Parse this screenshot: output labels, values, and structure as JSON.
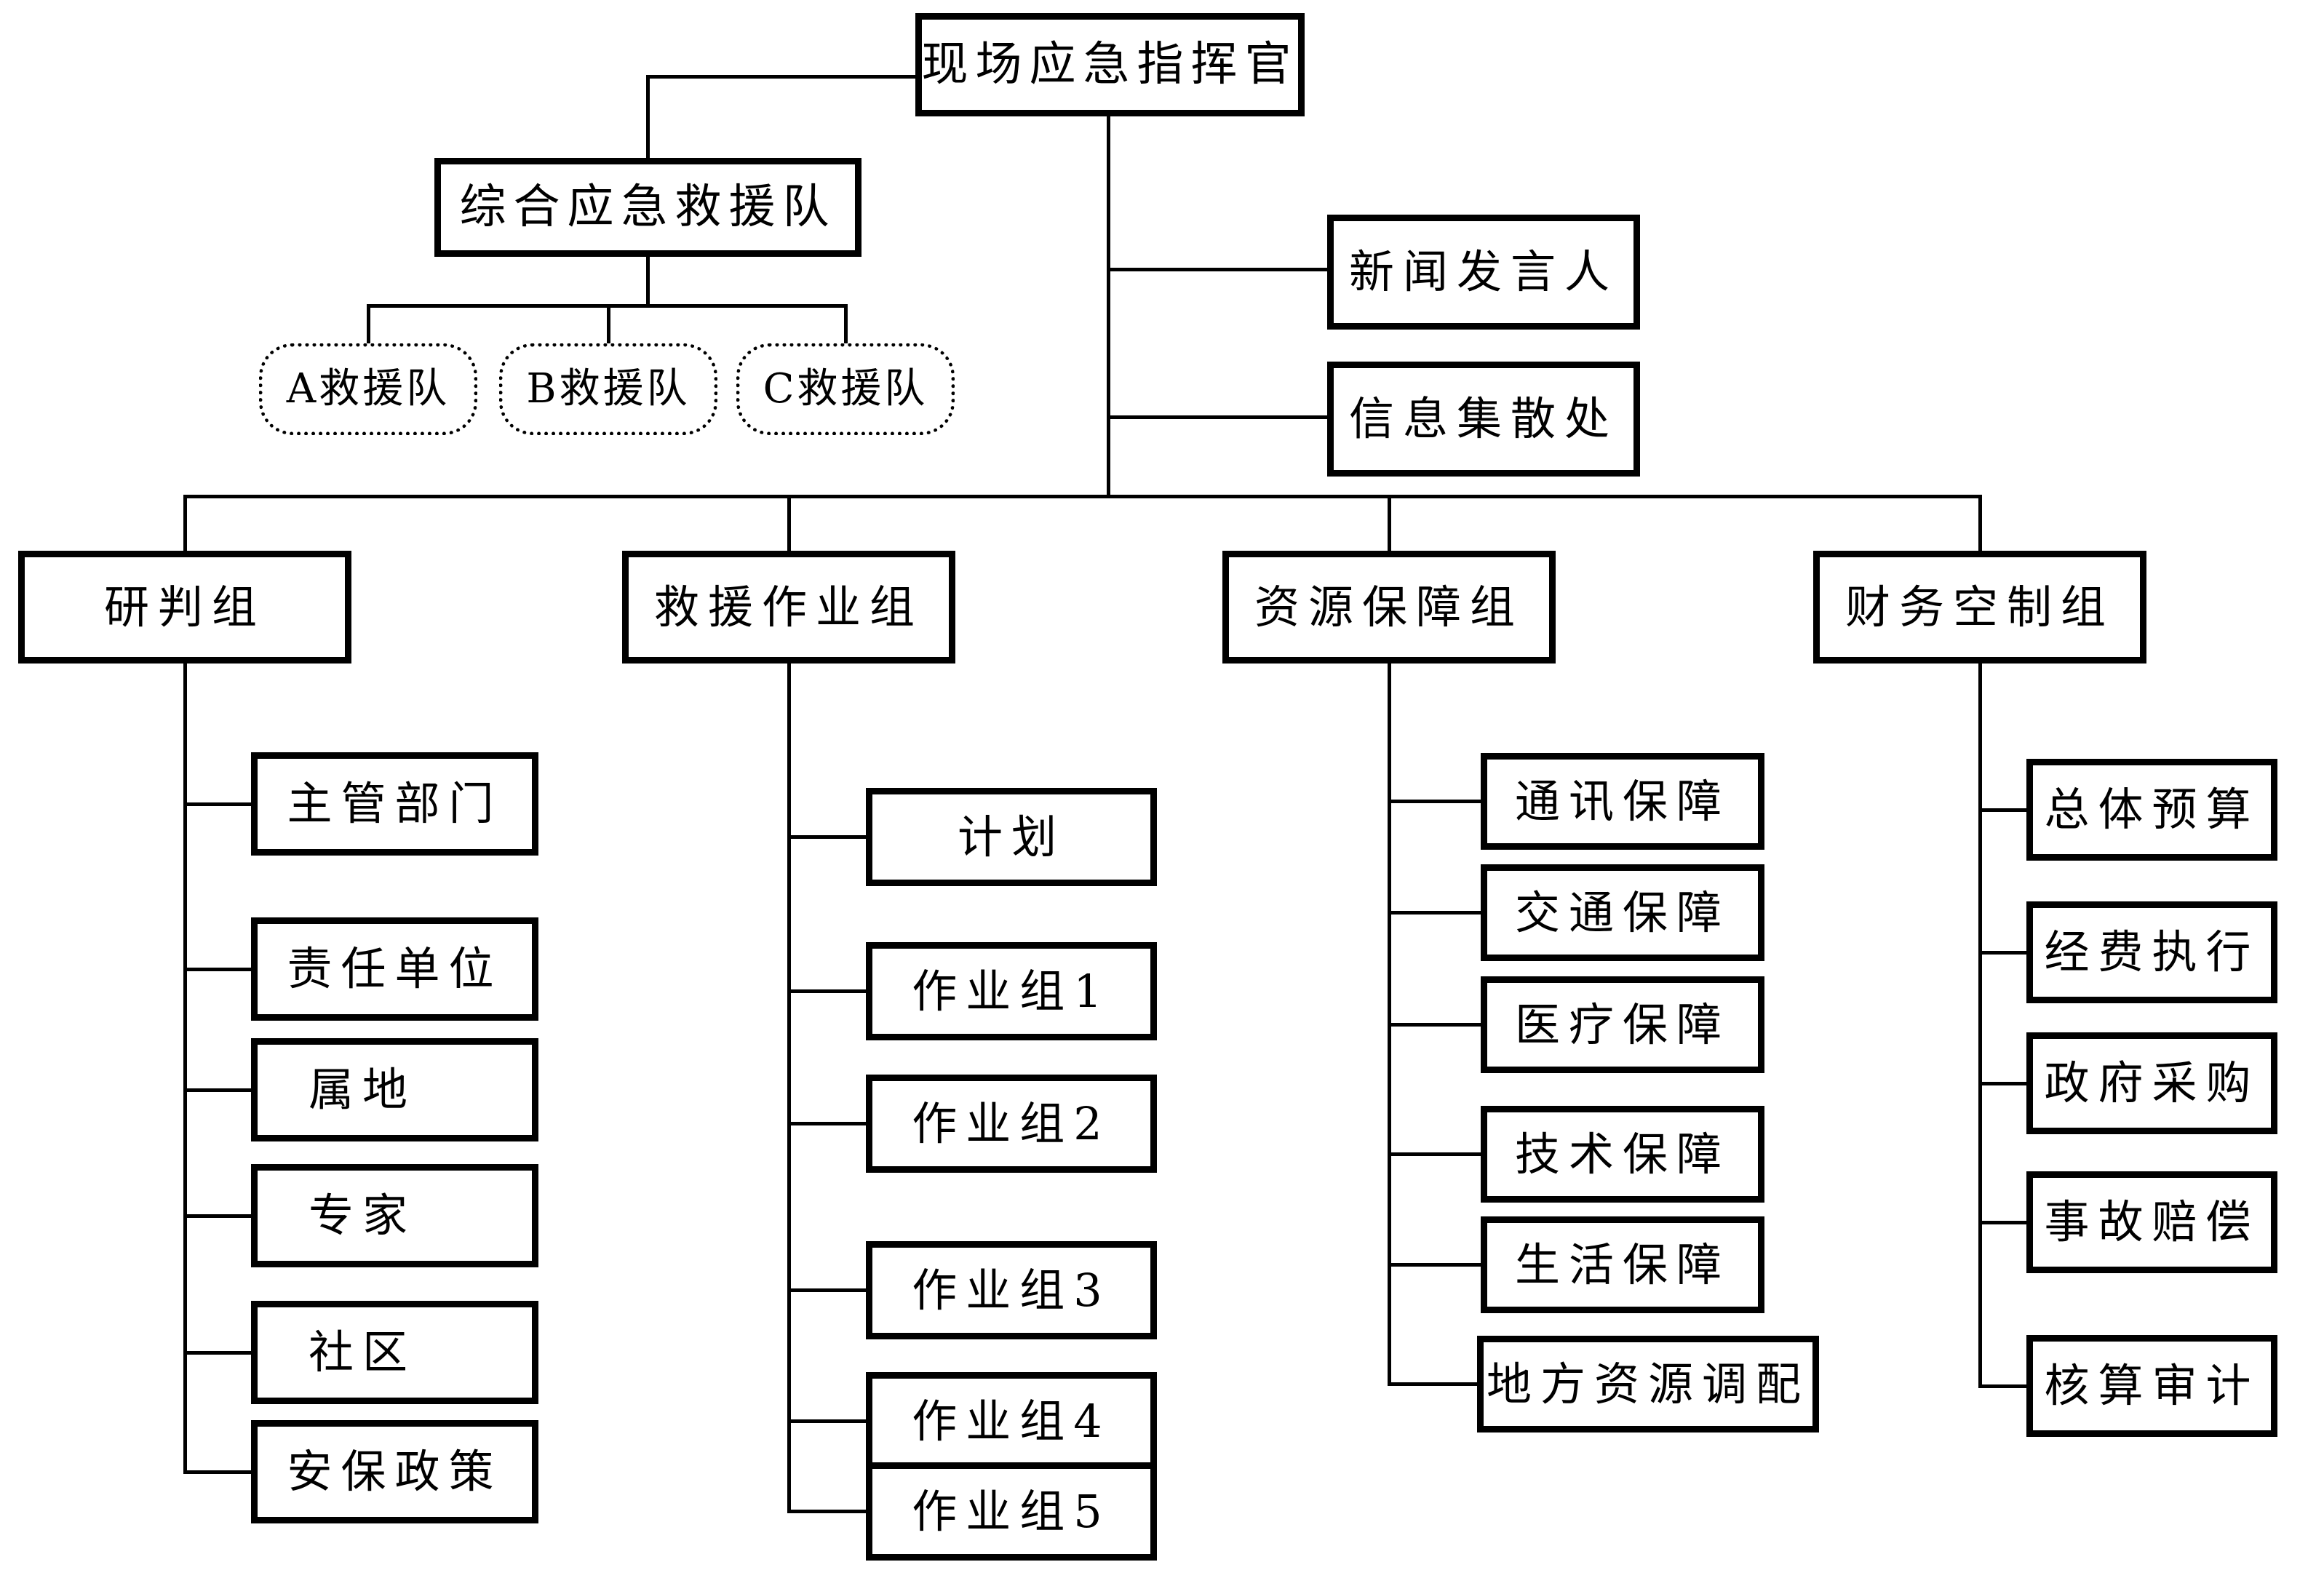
{
  "diagram": {
    "commander": "现场应急指挥官",
    "rescue_team": {
      "label": "综合应急救援队",
      "subteams": [
        "A救援队",
        "B救援队",
        "C救援队"
      ]
    },
    "staff": [
      "新闻发言人",
      "信息集散处"
    ],
    "groups": [
      {
        "label": "研判组",
        "children": [
          "主管部门",
          "责任单位",
          "属地",
          "专家",
          "社区",
          "安保政策"
        ]
      },
      {
        "label": "救援作业组",
        "children": [
          "计划",
          "作业组1",
          "作业组2",
          "作业组3",
          "作业组4",
          "作业组5"
        ]
      },
      {
        "label": "资源保障组",
        "children": [
          "通讯保障",
          "交通保障",
          "医疗保障",
          "技术保障",
          "生活保障",
          "地方资源调配"
        ]
      },
      {
        "label": "财务空制组",
        "children": [
          "总体预算",
          "经费执行",
          "政府采购",
          "事故赔偿",
          "核算审计"
        ]
      }
    ],
    "colors": {
      "line": "#000000",
      "background": "#ffffff"
    }
  }
}
